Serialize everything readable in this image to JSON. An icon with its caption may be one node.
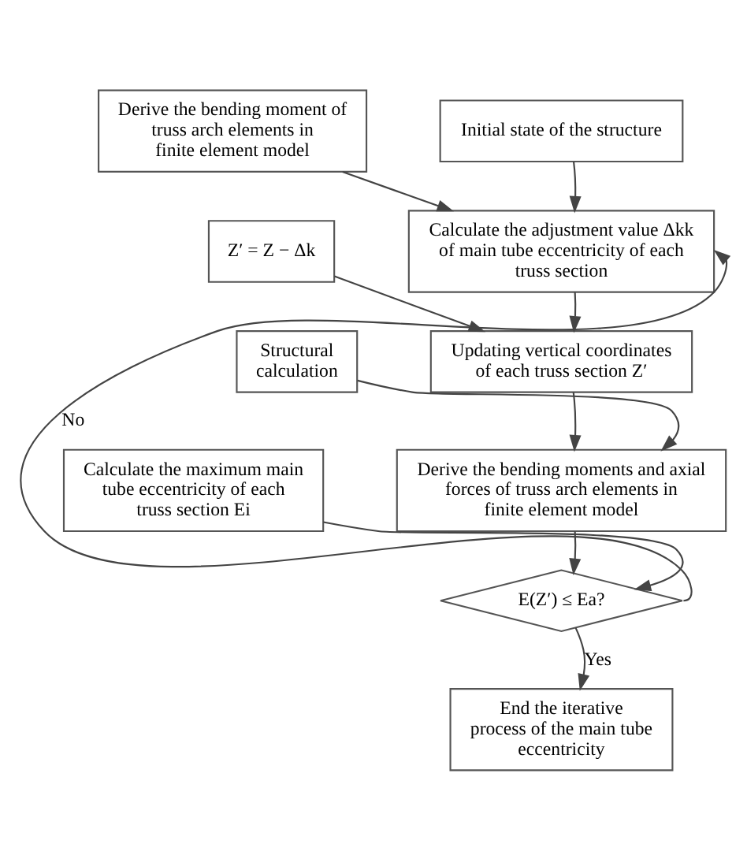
{
  "diagram": {
    "nodes": [
      {
        "text": [
          "Initial state of the structure"
        ]
      },
      {
        "text": [
          "Derive the bending moment of truss arch elements in finite element model"
        ]
      },
      {
        "text": [
          "Calculate the adjustment value Δkk of main tube eccentricity of each truss section"
        ]
      },
      {
        "text": [
          "Z′ = Z − Δk"
        ]
      },
      {
        "text": [
          "Updating vertical coordinates of each truss section Z′"
        ]
      },
      {
        "text": [
          "Structural calculation"
        ]
      },
      {
        "text": [
          "Derive the bending moments and axial forces of truss arch elements in finite element model"
        ]
      },
      {
        "text": [
          "Calculate the maximum main tube eccentricity of each truss section Ei"
        ]
      },
      {
        "text": [
          "E(Z′) ≤ Ea?"
        ]
      },
      {
        "text": [
          "End the iterative process of the main tube eccentricity"
        ]
      }
    ],
    "edges": [
      {
        "from": 0,
        "to": 2,
        "arrow": "to"
      },
      {
        "from": 1,
        "to": 2,
        "arrow": "to"
      },
      {
        "from": 2,
        "to": 4,
        "arrow": "to"
      },
      {
        "from": 3,
        "to": 4,
        "arrow": "to"
      },
      {
        "from": 4,
        "to": 6,
        "arrow": "to"
      },
      {
        "from": 5,
        "to": 6,
        "arrow": "to"
      },
      {
        "from": 6,
        "to": 8,
        "arrow": "to"
      },
      {
        "from": 7,
        "to": 8,
        "arrow": "to"
      },
      {
        "from": 8,
        "to": 2,
        "arrow": "to",
        "label": "No"
      },
      {
        "from": 8,
        "to": 9,
        "arrow": "to",
        "label": "Yes"
      }
    ]
  }
}
